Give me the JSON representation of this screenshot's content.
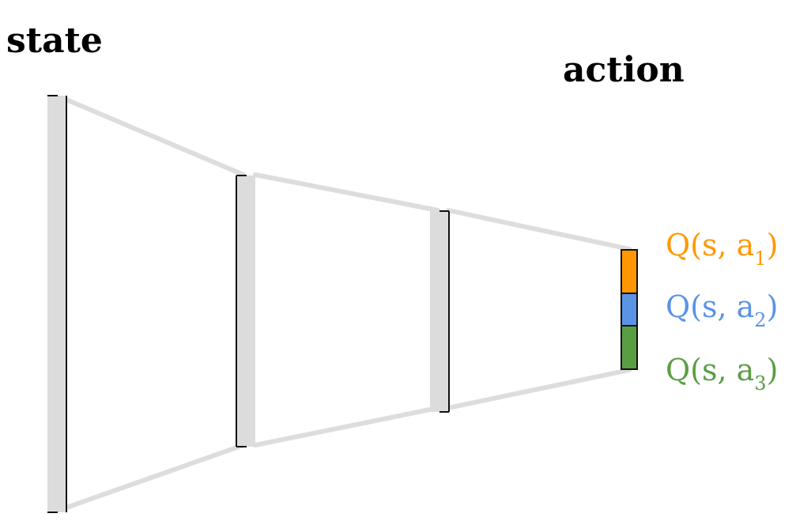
{
  "title_left": "state",
  "title_right": "action",
  "layers": [
    {
      "name": "input-layer"
    },
    {
      "name": "hidden-layer-1"
    },
    {
      "name": "hidden-layer-2"
    },
    {
      "name": "output-layer"
    }
  ],
  "outputs": [
    {
      "prefix": "Q(s, a",
      "sub": "1",
      "suffix": ")",
      "color": "#ff9800"
    },
    {
      "prefix": "Q(s, a",
      "sub": "2",
      "suffix": ")",
      "color": "#5b93e6"
    },
    {
      "prefix": "Q(s, a",
      "sub": "3",
      "suffix": ")",
      "color": "#5a9e44"
    }
  ],
  "colors": {
    "connector": "#dddddd",
    "layer_fill": "#dcdcdc",
    "layer_edge": "#111111",
    "text": "#000000"
  }
}
